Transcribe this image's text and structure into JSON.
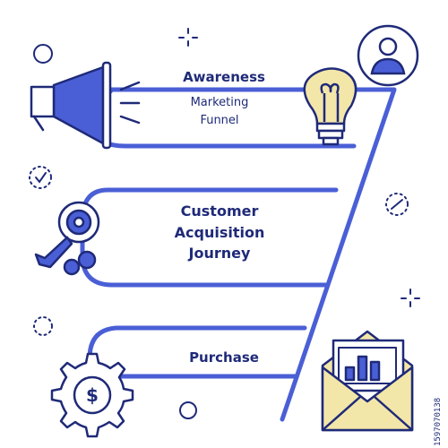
{
  "stages": {
    "awareness": "Awareness",
    "marketing_line1": "Marketing",
    "marketing_line2": "Funnel",
    "acquisition_line1": "Customer",
    "acquisition_line2": "Acquisition",
    "acquisition_line3": "Journey",
    "purchase": "Purchase"
  },
  "stock_id": "1597070138",
  "colors": {
    "line": "#4a5fd6",
    "ink": "#1f2a78",
    "accent_fill": "#4a5fd6",
    "bulb_fill": "#f3e6a9",
    "envelope_fill": "#f3e6a9"
  },
  "icons": [
    "megaphone-icon",
    "lightbulb-icon",
    "user-icon",
    "key-icon",
    "coins-icon",
    "gear-dollar-icon",
    "envelope-report-icon"
  ]
}
